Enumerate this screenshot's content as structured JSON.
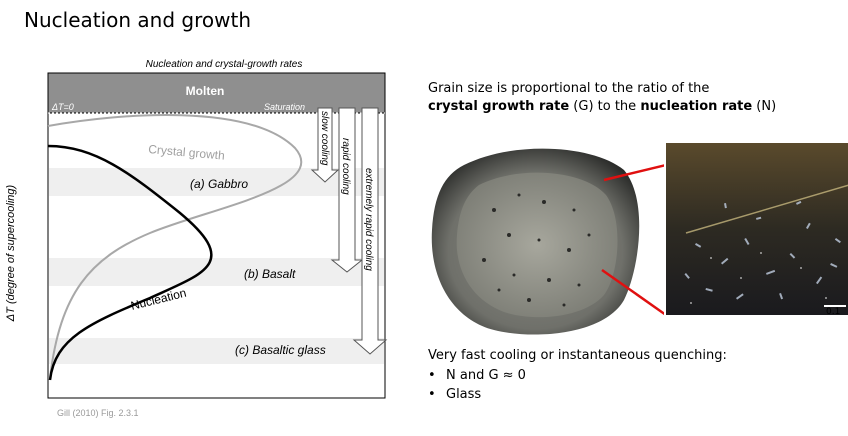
{
  "title": "Nucleation and growth",
  "diagram": {
    "header": "Nucleation and crystal-growth rates",
    "molten": "Molten",
    "delta_t0": "ΔT=0",
    "saturation": "Saturation",
    "y_axis": "ΔT (degree of supercooling)",
    "crystal_growth": "Crystal growth",
    "nucleation": "Nucleation",
    "zones": [
      "(a) Gabbro",
      "(b) Basalt",
      "(c) Basaltic glass"
    ],
    "arrows": [
      "slow cooling",
      "rapid cooling",
      "extremely rapid cooling"
    ]
  },
  "caption": {
    "line1": "Grain size is proportional to the ratio of the",
    "bold1": "crystal growth rate",
    "mid1": " (G) to the ",
    "bold2": "nucleation rate",
    "end": " (N)"
  },
  "scale_label": "0.1",
  "cooling": {
    "heading": "Very fast cooling or instantaneous quenching:",
    "bullets": [
      "N and G ≈ 0",
      "Glass"
    ]
  },
  "citation": "Gill (2010) Fig. 2.3.1",
  "colors": {
    "pointer": "#e01010",
    "molten_band": "#8f8f8f"
  }
}
